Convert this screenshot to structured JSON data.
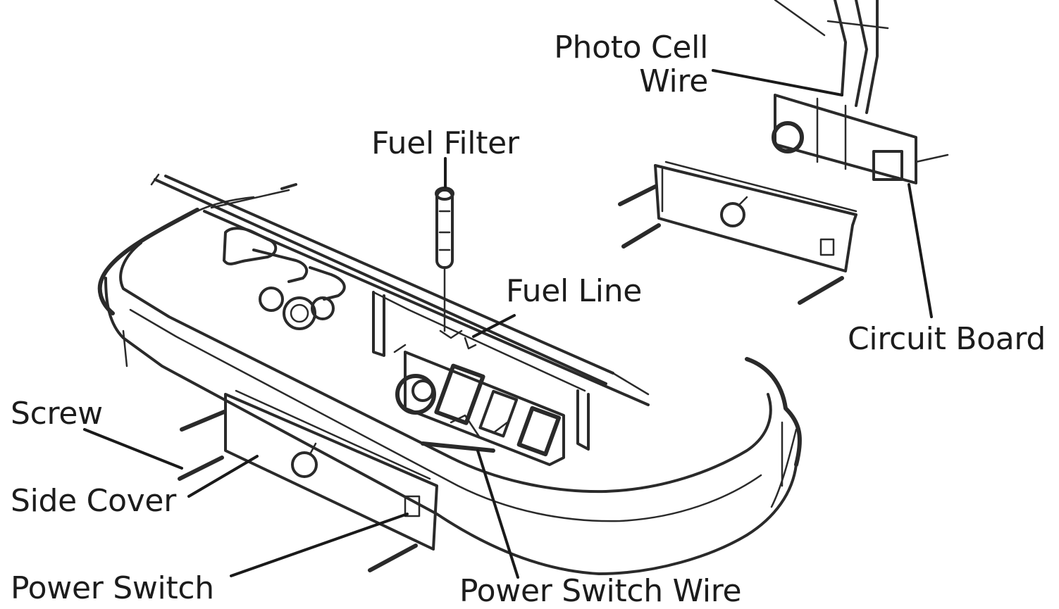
{
  "labels": {
    "photo_cell_wire_line1": "Photo Cell",
    "photo_cell_wire_line2": "Wire",
    "fuel_filter": "Fuel Filter",
    "fuel_line": "Fuel Line",
    "circuit_board": "Circuit Board",
    "screw": "Screw",
    "side_cover": "Side Cover",
    "power_switch": "Power Switch",
    "power_switch_wire": "Power Switch Wire"
  }
}
